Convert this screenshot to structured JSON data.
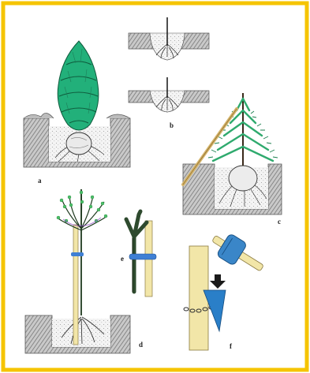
{
  "labels": {
    "a": "a",
    "b": "b",
    "c": "c",
    "d": "d",
    "e": "e",
    "f": "f"
  },
  "colors": {
    "border": "#f5c400",
    "soil": "#8c8c8c",
    "ink": "#222222",
    "pine": "#22b07a",
    "spruce": "#2faa6e",
    "stake": "#f2e6a8",
    "tie": "#3f7fd4",
    "mallet_head": "#3a86c8",
    "wedge": "#2a7fc8",
    "sapling_leaf": "#4cc06a",
    "bark": "#2e4a2e"
  }
}
